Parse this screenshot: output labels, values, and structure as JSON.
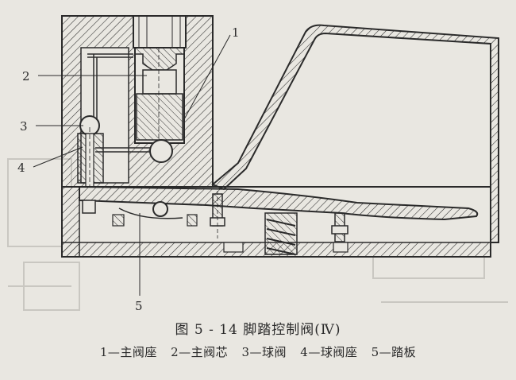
{
  "figure": {
    "title": "图 5 - 14   脚踏控制阀(Ⅳ)",
    "legend": [
      "1—主阀座",
      "2—主阀芯",
      "3—球阀",
      "4—球阀座",
      "5—踏板"
    ],
    "callouts": [
      "1",
      "2",
      "3",
      "4",
      "5"
    ]
  },
  "colors": {
    "paper": "#e9e7e1",
    "ink": "#2a2a2a",
    "ghost": "#c9c7c1"
  }
}
